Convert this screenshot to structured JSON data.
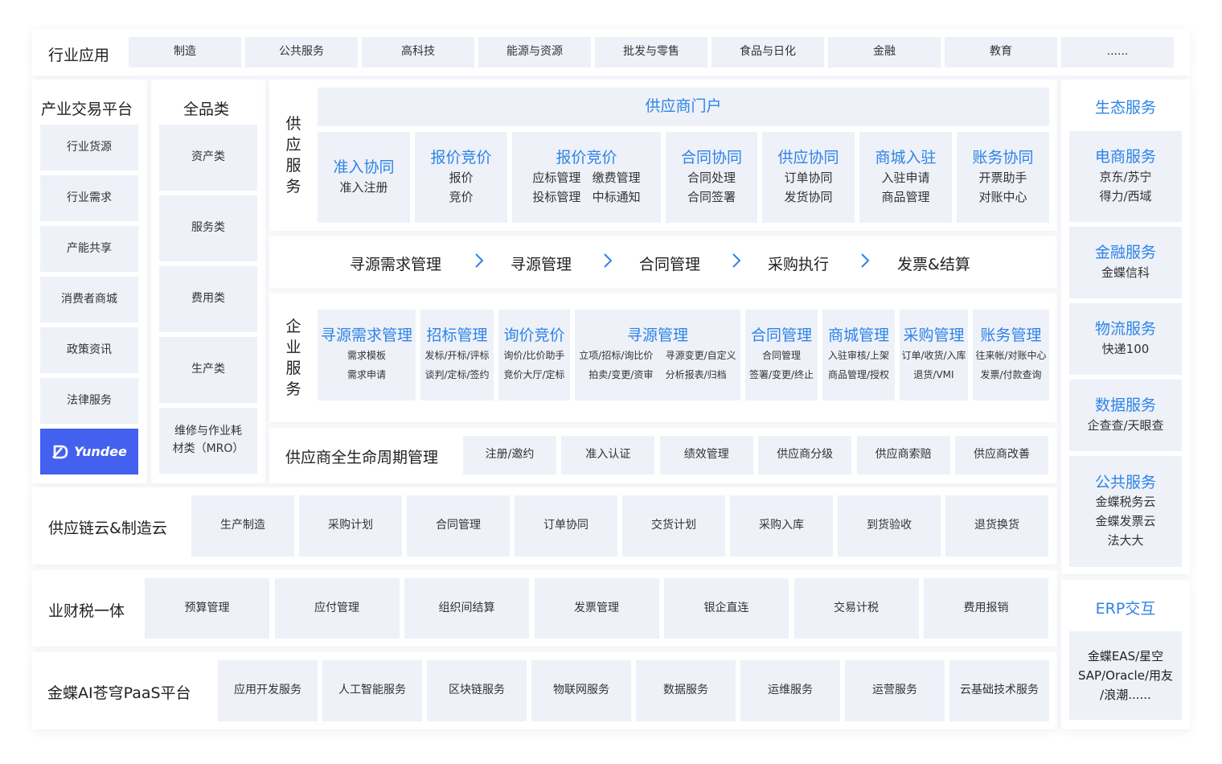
{
  "industry": {
    "title": "行业应用",
    "items": [
      "制造",
      "公共服务",
      "高科技",
      "能源与资源",
      "批发与零售",
      "食品与日化",
      "金融",
      "教育",
      "......"
    ]
  },
  "trading": {
    "title": "产业交易平台",
    "items": [
      "行业货源",
      "行业需求",
      "产能共享",
      "消费者商城",
      "政策资讯",
      "法律服务"
    ],
    "logo": "Yundee"
  },
  "category": {
    "title": "全品类",
    "items": [
      "资产类",
      "服务类",
      "费用类",
      "生产类",
      "维修与作业耗\n材类（MRO）"
    ]
  },
  "supplier_service": {
    "title": "供应服务",
    "portal": "供应商门户",
    "modules": [
      {
        "title": "准入协同",
        "lines": [
          "准入注册"
        ]
      },
      {
        "title": "报价竞价",
        "lines": [
          "报价",
          "竞价"
        ]
      },
      {
        "title": "报价竞价",
        "lines": [
          "应标管理   缴费管理",
          "投标管理   中标通知"
        ]
      },
      {
        "title": "合同协同",
        "lines": [
          "合同处理",
          "合同签署"
        ]
      },
      {
        "title": "供应协同",
        "lines": [
          "订单协同",
          "发货协同"
        ]
      },
      {
        "title": "商城入驻",
        "lines": [
          "入驻申请",
          "商品管理"
        ]
      },
      {
        "title": "账务协同",
        "lines": [
          "开票助手",
          "对账中心"
        ]
      }
    ]
  },
  "flow": {
    "steps": [
      "寻源需求管理",
      "寻源管理",
      "合同管理",
      "采购执行",
      "发票&结算"
    ]
  },
  "enterprise_service": {
    "title": "企业服务",
    "modules": [
      {
        "title": "寻源需求管理",
        "lines": [
          "需求模板",
          "需求申请"
        ]
      },
      {
        "title": "招标管理",
        "lines": [
          "发标/开标/评标",
          "谈判/定标/签约"
        ]
      },
      {
        "title": "询价竞价",
        "lines": [
          "询价/比价助手",
          "竞价大厅/定标"
        ]
      },
      {
        "title": "寻源管理",
        "lines": [
          "立项/招标/询比价    寻源变更/自定义",
          "拍卖/变更/资审    分析报表/归档"
        ]
      },
      {
        "title": "合同管理",
        "lines": [
          "合同管理",
          "签署/变更/终止"
        ]
      },
      {
        "title": "商城管理",
        "lines": [
          "入驻审核/上架",
          "商品管理/授权"
        ]
      },
      {
        "title": "采购管理",
        "lines": [
          "订单/收货/入库",
          "退货/VMI"
        ]
      },
      {
        "title": "账务管理",
        "lines": [
          "往来帐/对账中心",
          "发票/付款查询"
        ]
      }
    ]
  },
  "lifecycle": {
    "title": "供应商全生命周期管理",
    "items": [
      "注册/邀约",
      "准入认证",
      "绩效管理",
      "供应商分级",
      "供应商索赔",
      "供应商改善"
    ]
  },
  "supply_chain": {
    "title": "供应链云&制造云",
    "items": [
      "生产制造",
      "采购计划",
      "合同管理",
      "订单协同",
      "交货计划",
      "采购入库",
      "到货验收",
      "退货换货"
    ]
  },
  "finance_tax": {
    "title": "业财税一体",
    "items": [
      "预算管理",
      "应付管理",
      "组织间结算",
      "发票管理",
      "银企直连",
      "交易计税",
      "费用报销"
    ]
  },
  "paas": {
    "title": "金蝶AI苍穹PaaS平台",
    "items": [
      "应用开发服务",
      "人工智能服务",
      "区块链服务",
      "物联网服务",
      "数据服务",
      "运维服务",
      "运营服务",
      "云基础技术服务"
    ]
  },
  "ecosystem": {
    "title": "生态服务",
    "items": [
      {
        "title": "电商服务",
        "lines": [
          "京东/苏宁",
          "得力/西域"
        ]
      },
      {
        "title": "金融服务",
        "lines": [
          "金蝶信科"
        ]
      },
      {
        "title": "物流服务",
        "lines": [
          "快递100"
        ]
      },
      {
        "title": "数据服务",
        "lines": [
          "企查查/天眼查"
        ]
      },
      {
        "title": "公共服务",
        "lines": [
          "金蝶税务云",
          "金蝶发票云",
          "法大大"
        ]
      }
    ]
  },
  "erp": {
    "title": "ERP交互",
    "content": "金蝶EAS/星空\nSAP/Oracle/用友\n/浪潮......"
  },
  "colors": {
    "accent_blue": "#2d84e8",
    "cell_bg": "#eef1f8",
    "logo_bg": "#4361ee"
  }
}
